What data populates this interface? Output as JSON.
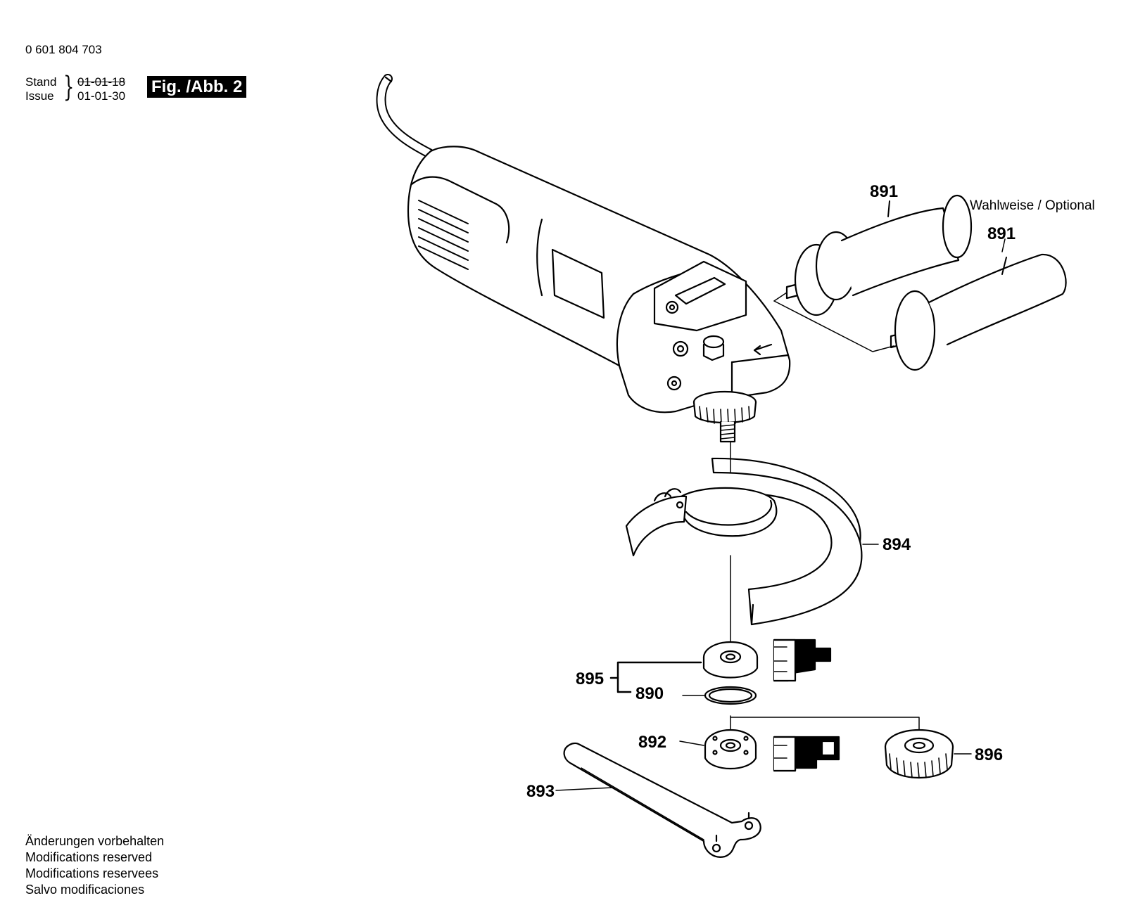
{
  "header": {
    "part_number": "0 601 804 703",
    "stand_label": "Stand",
    "issue_label": "Issue",
    "date_superseded": "01-01-18",
    "date_current": "01-01-30",
    "figure_label": "Fig. /Abb. 2"
  },
  "diagram": {
    "optional_note": "Wahlweise / Optional",
    "callouts": [
      "891",
      "891",
      "894",
      "895",
      "890",
      "892",
      "893",
      "896"
    ]
  },
  "footer": {
    "lines": [
      "Änderungen vorbehalten",
      "Modifications reserved",
      "Modifications reservees",
      "Salvo modificaciones"
    ]
  }
}
